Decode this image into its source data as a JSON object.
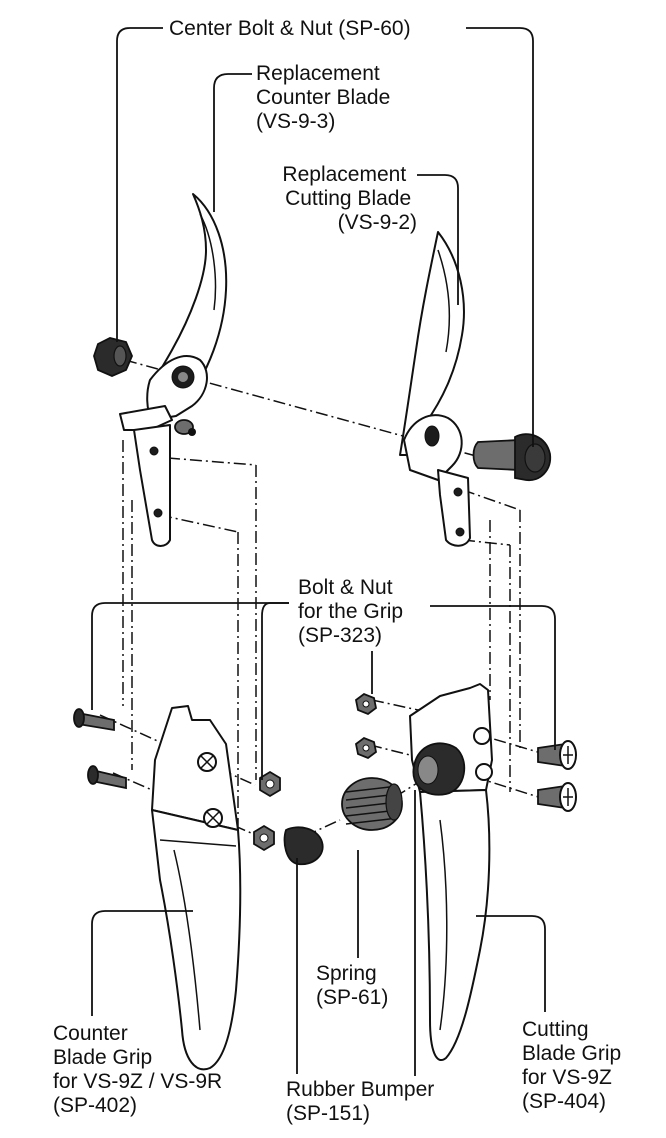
{
  "labels": {
    "center_bolt": [
      "Center Bolt & Nut (SP-60)"
    ],
    "counter_blade": [
      "Replacement",
      "Counter Blade",
      "(VS-9-3)"
    ],
    "cutting_blade": [
      "Replacement",
      "Cutting Blade",
      "(VS-9-2)"
    ],
    "grip_bolt": [
      "Bolt & Nut",
      "for the Grip",
      "(SP-323)"
    ],
    "spring": [
      "Spring",
      "(SP-61)"
    ],
    "counter_grip": [
      "Counter",
      "Blade Grip",
      "for VS-9Z / VS-9R",
      "(SP-402)"
    ],
    "rubber_bumper": [
      "Rubber Bumper",
      "(SP-151)"
    ],
    "cutting_grip": [
      "Cutting",
      "Blade Grip",
      "for VS-9Z",
      "(SP-404)"
    ]
  },
  "colors": {
    "line": "#111111",
    "dark_part": "#2b2b2b",
    "mid_part": "#6d6d6d",
    "background": "#ffffff"
  }
}
